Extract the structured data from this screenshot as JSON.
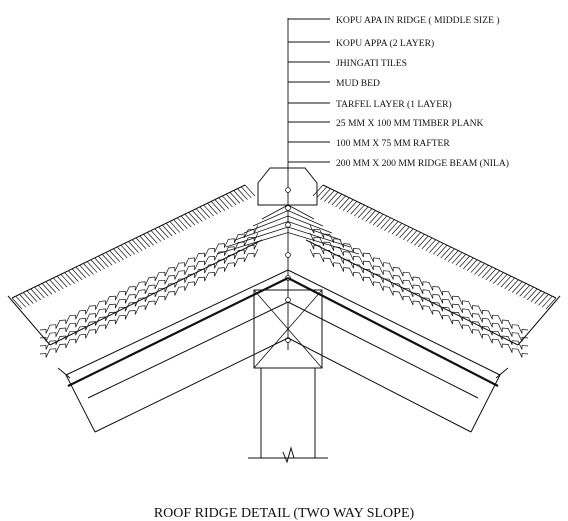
{
  "drawing": {
    "title": "ROOF RIDGE DETAIL (TWO WAY SLOPE)",
    "labels": [
      "KOPU APA IN RIDGE ( MIDDLE SIZE )",
      "KOPU APPA (2 LAYER)",
      "JHINGATI TILES",
      "MUD BED",
      "TARFEL LAYER (1 LAYER)",
      "25 MM X 100 MM TIMBER PLANK",
      "100 MM X 75 MM RAFTER",
      "200 MM X  200 MM RIDGE  BEAM (NILA)"
    ]
  },
  "colors": {
    "ink": "#111111",
    "background": "#ffffff"
  }
}
